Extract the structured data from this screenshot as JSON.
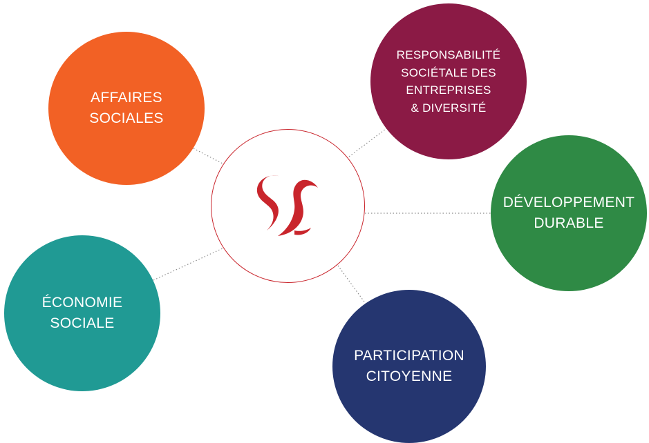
{
  "colors": {
    "affaires_sociales": "#f26125",
    "rse_diversite": "#8b1a45",
    "developpement_durable": "#2f8a45",
    "economie_sociale": "#209a94",
    "participation_citoyenne": "#253670",
    "center_ring": "#c9252c",
    "logo": "#c9252c",
    "connector": "#8a8a8a"
  },
  "center": {
    "logo_icon": "stylized-double-s-logo"
  },
  "bubbles": {
    "affaires_sociales": {
      "label": "AFFAIRES\nSOCIALES"
    },
    "rse_diversite": {
      "label": "RESPONSABILITÉ\nSOCIÉTALE DES\nENTREPRISES\n& DIVERSITÉ"
    },
    "developpement_durable": {
      "label": "DÉVELOPPEMENT\nDURABLE"
    },
    "economie_sociale": {
      "label": "ÉCONOMIE\nSOCIALE"
    },
    "participation_citoyenne": {
      "label": "PARTICIPATION\nCITOYENNE"
    }
  }
}
